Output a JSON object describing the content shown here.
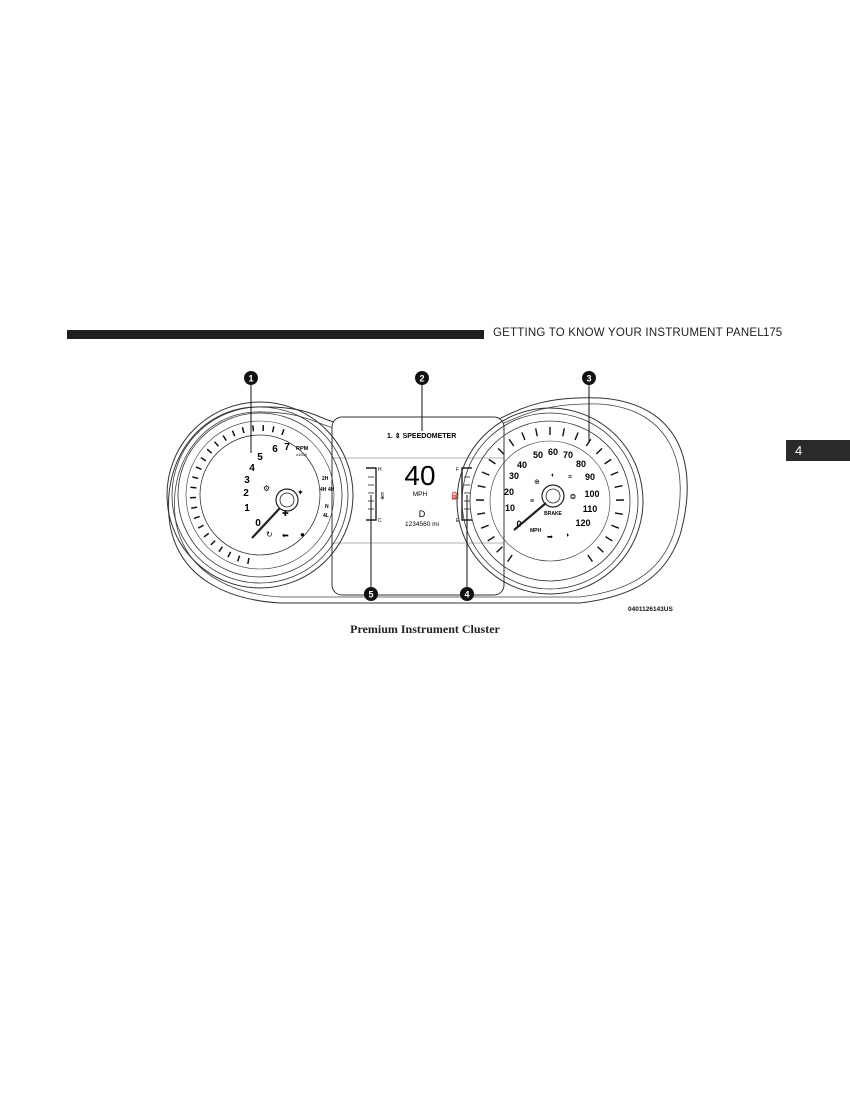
{
  "header": {
    "title": "GETTING TO KNOW YOUR INSTRUMENT PANEL",
    "page_number": "175"
  },
  "chapter_tab": "4",
  "figure": {
    "callouts": [
      "1",
      "2",
      "3",
      "4",
      "5"
    ],
    "display": {
      "menu_title": "1. ⇕ SPEEDOMETER",
      "speed": "40",
      "speed_unit": "MPH",
      "gear": "D",
      "odometer": "1234560 mi"
    },
    "tachometer": {
      "numbers": [
        "0",
        "1",
        "2",
        "3",
        "4",
        "5",
        "6",
        "7"
      ],
      "unit": "RPM",
      "multiplier": "x1000",
      "drive_modes": [
        "2H",
        "4H",
        "4H",
        "N",
        "4L"
      ]
    },
    "speedometer": {
      "numbers": [
        "0",
        "10",
        "20",
        "30",
        "40",
        "50",
        "60",
        "70",
        "80",
        "90",
        "100",
        "110",
        "120"
      ],
      "unit": "MPH",
      "brake_label": "BRAKE"
    },
    "temp_gauge": {
      "hot": "H",
      "cold": "C"
    },
    "fuel_gauge": {
      "full": "F",
      "empty": "E"
    },
    "code": "0401126143US"
  },
  "caption": "Premium Instrument Cluster",
  "colors": {
    "ink": "#1a1a1a",
    "tab_bg": "#2a2a2a"
  }
}
